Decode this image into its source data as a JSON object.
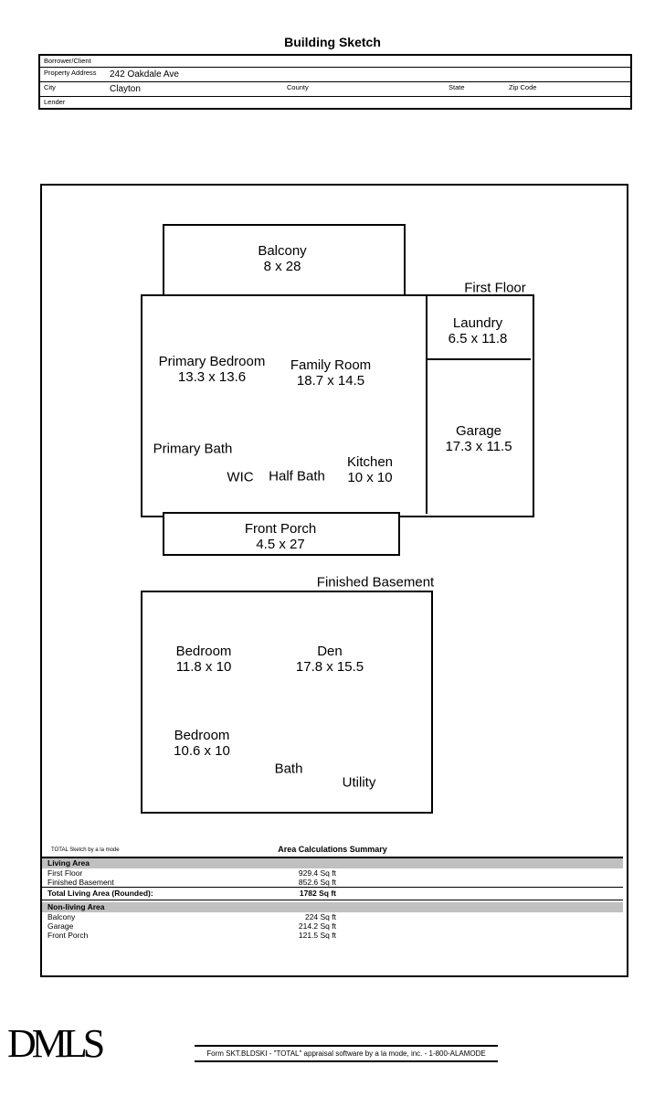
{
  "title": "Building Sketch",
  "form": {
    "borrower_label": "Borrower/Client",
    "property_label": "Property Address",
    "property_value": "242 Oakdale Ave",
    "city_label": "City",
    "city_value": "Clayton",
    "county_label": "County",
    "state_label": "State",
    "zip_label": "Zip Code",
    "lender_label": "Lender"
  },
  "sketch": {
    "first_floor_label": "First Floor",
    "rooms": {
      "balcony": {
        "name": "Balcony",
        "dims": "8 x 28"
      },
      "primary_bedroom": {
        "name": "Primary Bedroom",
        "dims": "13.3 x 13.6"
      },
      "family_room": {
        "name": "Family Room",
        "dims": "18.7 x 14.5"
      },
      "laundry": {
        "name": "Laundry",
        "dims": "6.5 x 11.8"
      },
      "garage": {
        "name": "Garage",
        "dims": "17.3 x 11.5"
      },
      "primary_bath": {
        "name": "Primary Bath"
      },
      "wic": {
        "name": "WIC"
      },
      "half_bath": {
        "name": "Half Bath"
      },
      "kitchen": {
        "name": "Kitchen",
        "dims": "10 x 10"
      },
      "front_porch": {
        "name": "Front Porch",
        "dims": "4.5 x 27"
      }
    },
    "basement_label": "Finished Basement",
    "basement_rooms": {
      "bedroom1": {
        "name": "Bedroom",
        "dims": "11.8 x 10"
      },
      "den": {
        "name": "Den",
        "dims": "17.8 x 15.5"
      },
      "bedroom2": {
        "name": "Bedroom",
        "dims": "10.6 x 10"
      },
      "bath": {
        "name": "Bath"
      },
      "utility": {
        "name": "Utility"
      }
    }
  },
  "summary": {
    "watermark": "TOTAL Sketch by a la mode",
    "title": "Area Calculations Summary",
    "living_header": "Living Area",
    "living_rows": [
      {
        "label": "First Floor",
        "value": "929.4 Sq ft"
      },
      {
        "label": "Finished Basement",
        "value": "852.6 Sq ft"
      }
    ],
    "total_label": "Total Living Area (Rounded):",
    "total_value": "1782 Sq ft",
    "nonliving_header": "Non-living Area",
    "nonliving_rows": [
      {
        "label": "Balcony",
        "value": "224 Sq ft"
      },
      {
        "label": "Garage",
        "value": "214.2 Sq ft"
      },
      {
        "label": "Front Porch",
        "value": "121.5 Sq ft"
      }
    ]
  },
  "footer": {
    "logo": "DMLS",
    "text": "Form SKT.BLDSKI - \"TOTAL\" appraisal software by a la mode, inc. - 1-800-ALAMODE"
  }
}
